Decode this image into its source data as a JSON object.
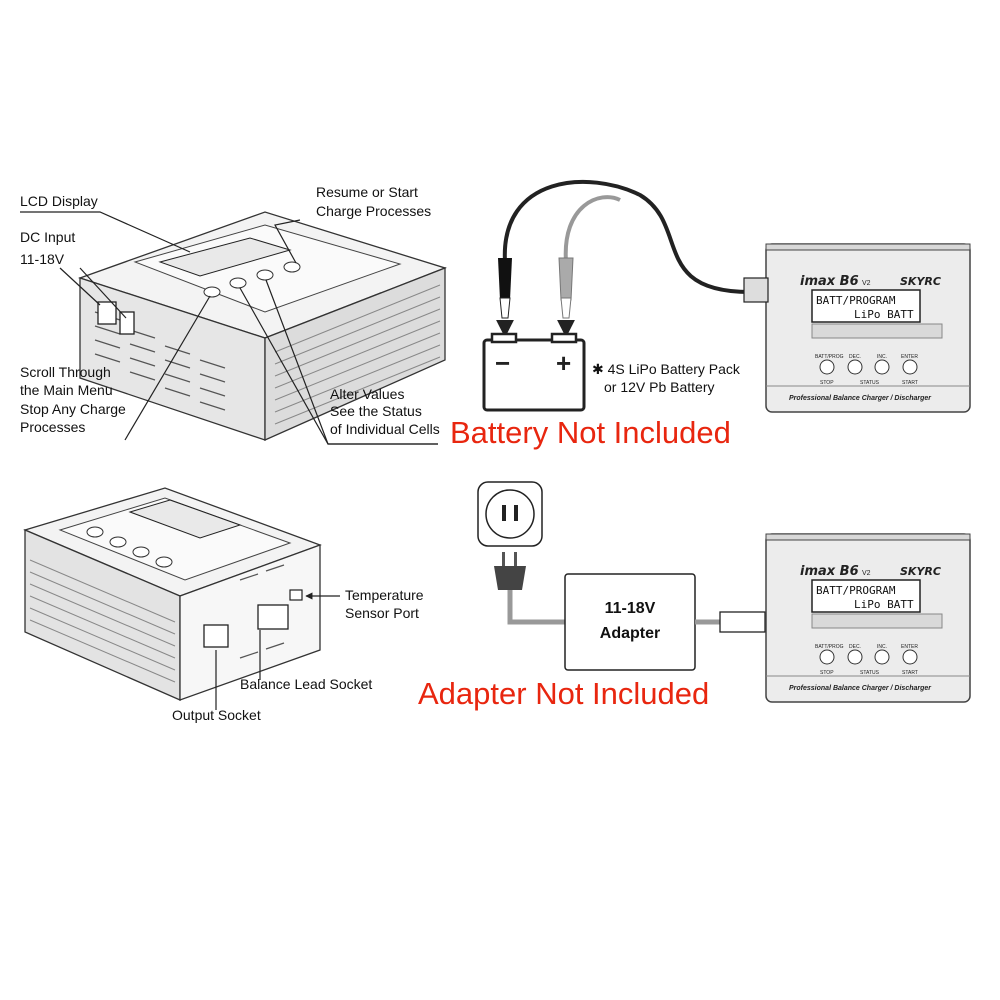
{
  "callouts": {
    "lcd_display": "LCD Display",
    "dc_input_1": "DC Input",
    "dc_input_2": "11-18V",
    "resume_1": "Resume or Start",
    "resume_2": "Charge Processes",
    "scroll_1": "Scroll Through",
    "scroll_2": "the Main Menu",
    "scroll_3": "Stop Any Charge",
    "scroll_4": "Processes",
    "alter_1": "Alter Values",
    "alter_2": "See the Status",
    "alter_3": "of Individual Cells",
    "temp_1": "Temperature",
    "temp_2": "Sensor Port",
    "balance": "Balance Lead Socket",
    "output": "Output Socket"
  },
  "battery_note": {
    "line1": "✱ 4S LiPo Battery Pack",
    "line2": "or 12V Pb Battery",
    "minus": "−",
    "plus": "+"
  },
  "adapter": {
    "line1": "11-18V",
    "line2": "Adapter"
  },
  "warnings": {
    "battery": "Battery Not Included",
    "adapter": "Adapter Not Included"
  },
  "device": {
    "brand": "imax B6",
    "version": "V2",
    "maker": "SKYRC",
    "lcd_line1": "BATT/PROGRAM",
    "lcd_line2": "LiPo BATT",
    "buttons": [
      "BATT/PROG",
      "DEC.",
      "INC.",
      "ENTER"
    ],
    "sub_labels": [
      "STOP",
      "STATUS",
      "START"
    ],
    "tagline": "Professional Balance Charger / Discharger"
  },
  "colors": {
    "warning_red": "#e8260f",
    "line": "#222222",
    "device_fill": "#ececec"
  }
}
